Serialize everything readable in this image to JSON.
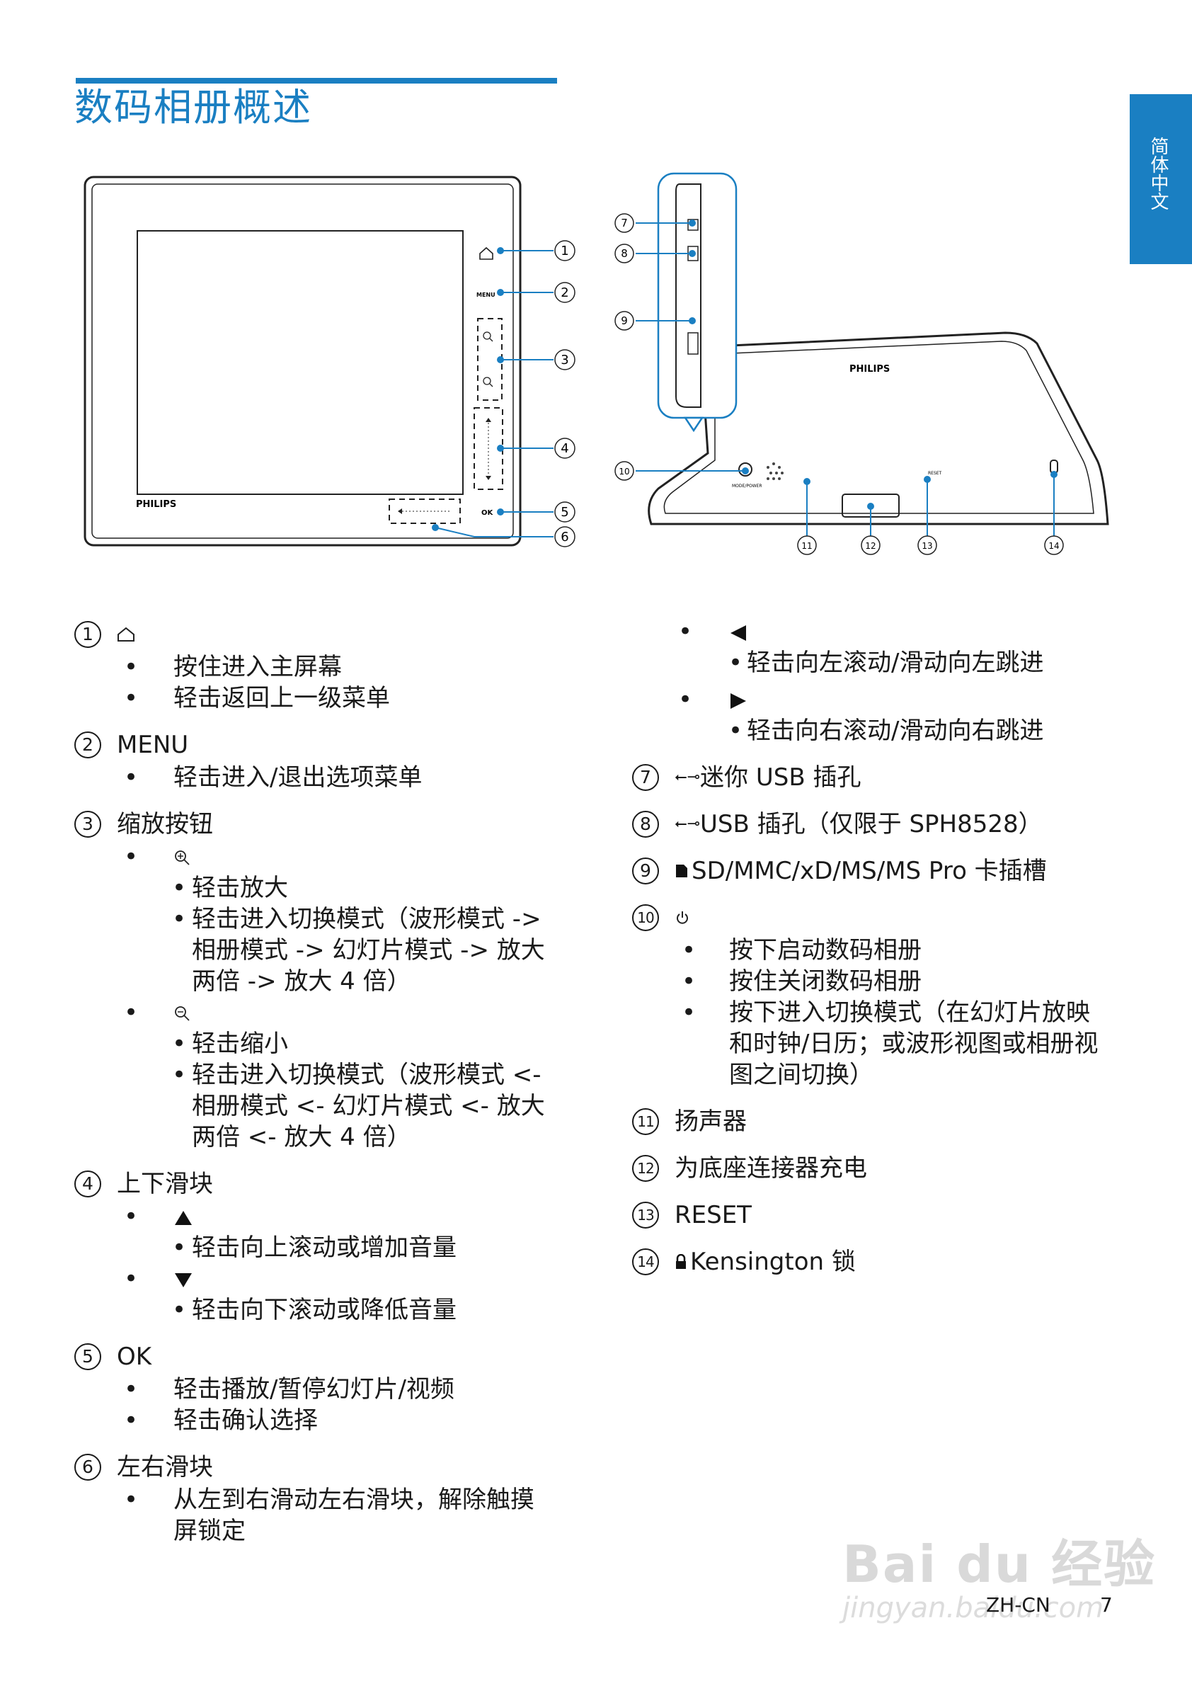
{
  "header": {
    "title": "数码相册概述",
    "lang_tab": "简体中文"
  },
  "figure": {
    "front_brand": "PHILIPS",
    "back_brand": "PHILIPS",
    "menu_label": "MENU",
    "ok_label": "OK",
    "reset_label": "RESET",
    "mode_label": "MODE/POWER",
    "callouts": [
      "1",
      "2",
      "3",
      "4",
      "5",
      "6",
      "7",
      "8",
      "9",
      "10",
      "11",
      "12",
      "13",
      "14"
    ]
  },
  "left_items": [
    {
      "n": "1",
      "label": "",
      "icon": "home-icon",
      "bullets": [
        "按住进入主屏幕",
        "轻击返回上一级菜单"
      ]
    },
    {
      "n": "2",
      "label": "MENU",
      "bullets": [
        "轻击进入/退出选项菜单"
      ]
    },
    {
      "n": "3",
      "label": "缩放按钮",
      "zoom_in": [
        "轻击放大",
        "轻击进入切换模式（波形模式 ->",
        "相册模式 -> 幻灯片模式 -> 放大",
        "两倍 -> 放大 4 倍）"
      ],
      "zoom_out": [
        "轻击缩小",
        "轻击进入切换模式（波形模式 <-",
        "相册模式 <- 幻灯片模式 <- 放大",
        "两倍 <- 放大 4 倍）"
      ]
    },
    {
      "n": "4",
      "label": "上下滑块",
      "up": [
        "轻击向上滚动或增加音量"
      ],
      "down": [
        "轻击向下滚动或降低音量"
      ]
    },
    {
      "n": "5",
      "label": "OK",
      "bullets": [
        "轻击播放/暂停幻灯片/视频",
        "轻击确认选择"
      ]
    },
    {
      "n": "6",
      "label": "左右滑块",
      "bullets": [
        "从左到右滑动左右滑块，解除触摸",
        "屏锁定"
      ]
    }
  ],
  "right_items": [
    {
      "left_sub": [
        "轻击向左滚动/滑动向左跳进"
      ],
      "right_sub": [
        "轻击向右滚动/滑动向右跳进"
      ]
    },
    {
      "n": "7",
      "label": "迷你 USB 插孔",
      "icon": "usb-icon"
    },
    {
      "n": "8",
      "label": "USB 插孔（仅限于 SPH8528）",
      "icon": "usb-icon"
    },
    {
      "n": "9",
      "label": "SD/MMC/xD/MS/MS Pro 卡插槽",
      "icon": "card-icon"
    },
    {
      "n": "10",
      "label": "",
      "icon": "power-icon",
      "bullets": [
        "按下启动数码相册",
        "按住关闭数码相册",
        "按下进入切换模式（在幻灯片放映",
        "和时钟/日历；或波形视图或相册视",
        "图之间切换）"
      ]
    },
    {
      "n": "11",
      "label": "扬声器"
    },
    {
      "n": "12",
      "label": "为底座连接器充电"
    },
    {
      "n": "13",
      "label": "RESET"
    },
    {
      "n": "14",
      "label": "Kensington 锁",
      "icon": "lock-icon"
    }
  ],
  "footer": {
    "code": "ZH-CN",
    "page": "7"
  },
  "watermark": {
    "text": "Bai du 经验",
    "url": "jingyan.baidu.com"
  }
}
